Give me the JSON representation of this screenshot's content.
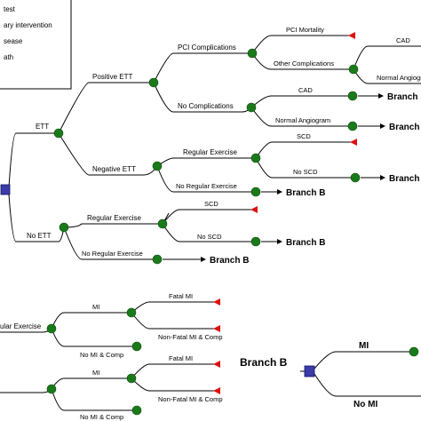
{
  "legend": {
    "items": [
      "test",
      "ary intervention",
      "sease",
      "ath"
    ]
  },
  "tree": {
    "ett": "ETT",
    "no_ett": "No ETT",
    "positive_ett": "Positive ETT",
    "negative_ett": "Negative ETT",
    "pci_complications": "PCI Complications",
    "no_complications": "No Complications",
    "pci_mortality": "PCI Mortality",
    "other_complications": "Other Complications",
    "cad_1": "CAD",
    "normal_angiogram_1": "Normal Angiogr",
    "cad_2": "CAD",
    "normal_angiogram_2": "Normal Angiogram",
    "regular_exercise_1": "Regular Exercise",
    "no_regular_exercise_1": "No Regular Exercise",
    "scd_1": "SCD",
    "no_scd_1": "No SCD",
    "regular_exercise_2": "Regular Exercise",
    "no_regular_exercise_2": "No Regular Exercise",
    "scd_2": "SCD",
    "no_scd_2": "No SCD",
    "branch_b": "Branch B",
    "branch_partial": "Branch"
  },
  "bottom_left": {
    "regular_exercise": "ular Exercise",
    "mi_1": "MI",
    "fatal_mi_1": "Fatal MI",
    "non_fatal_mi_1": "Non-Fatal MI & Comp",
    "no_mi_1": "No MI & Comp",
    "mi_2": "MI",
    "fatal_mi_2": "Fatal MI",
    "non_fatal_mi_2": "Non-Fatal MI & Comp",
    "no_mi_2": "No MI & Comp"
  },
  "branch_b_tree": {
    "title": "Branch B",
    "mi": "MI",
    "no_mi": "No MI"
  }
}
